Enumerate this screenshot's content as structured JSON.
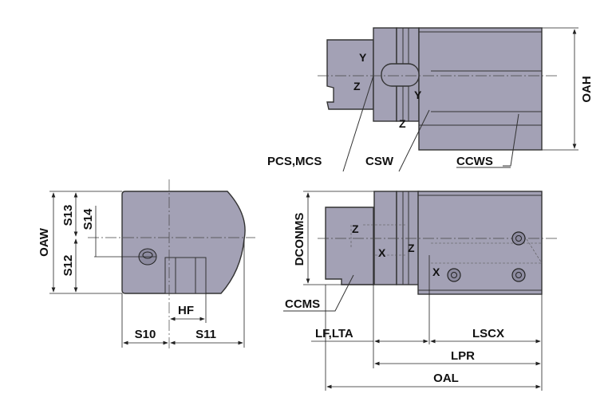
{
  "diagram": {
    "top_view": {
      "labels": {
        "oah": "OAH",
        "ccws": "CCWS",
        "csw": "CSW",
        "pcs_mcs": "PCS,MCS"
      },
      "axes": {
        "y1": "Y",
        "z1": "Z",
        "y2": "Y",
        "z2": "Z"
      }
    },
    "front_view": {
      "labels": {
        "dconms": "DCONMS",
        "ccms": "CCMS",
        "lf_lta": "LF,LTA",
        "lscx": "LSCX",
        "lpr": "LPR",
        "oal": "OAL"
      },
      "axes": {
        "z1": "Z",
        "x1": "X",
        "z2": "Z",
        "x2": "X"
      }
    },
    "side_view": {
      "labels": {
        "oaw": "OAW",
        "s13": "S13",
        "s14": "S14",
        "s12": "S12",
        "hf": "HF",
        "s10": "S10",
        "s11": "S11"
      }
    },
    "colors": {
      "body": "#a3a1b5",
      "line": "#333333"
    }
  }
}
